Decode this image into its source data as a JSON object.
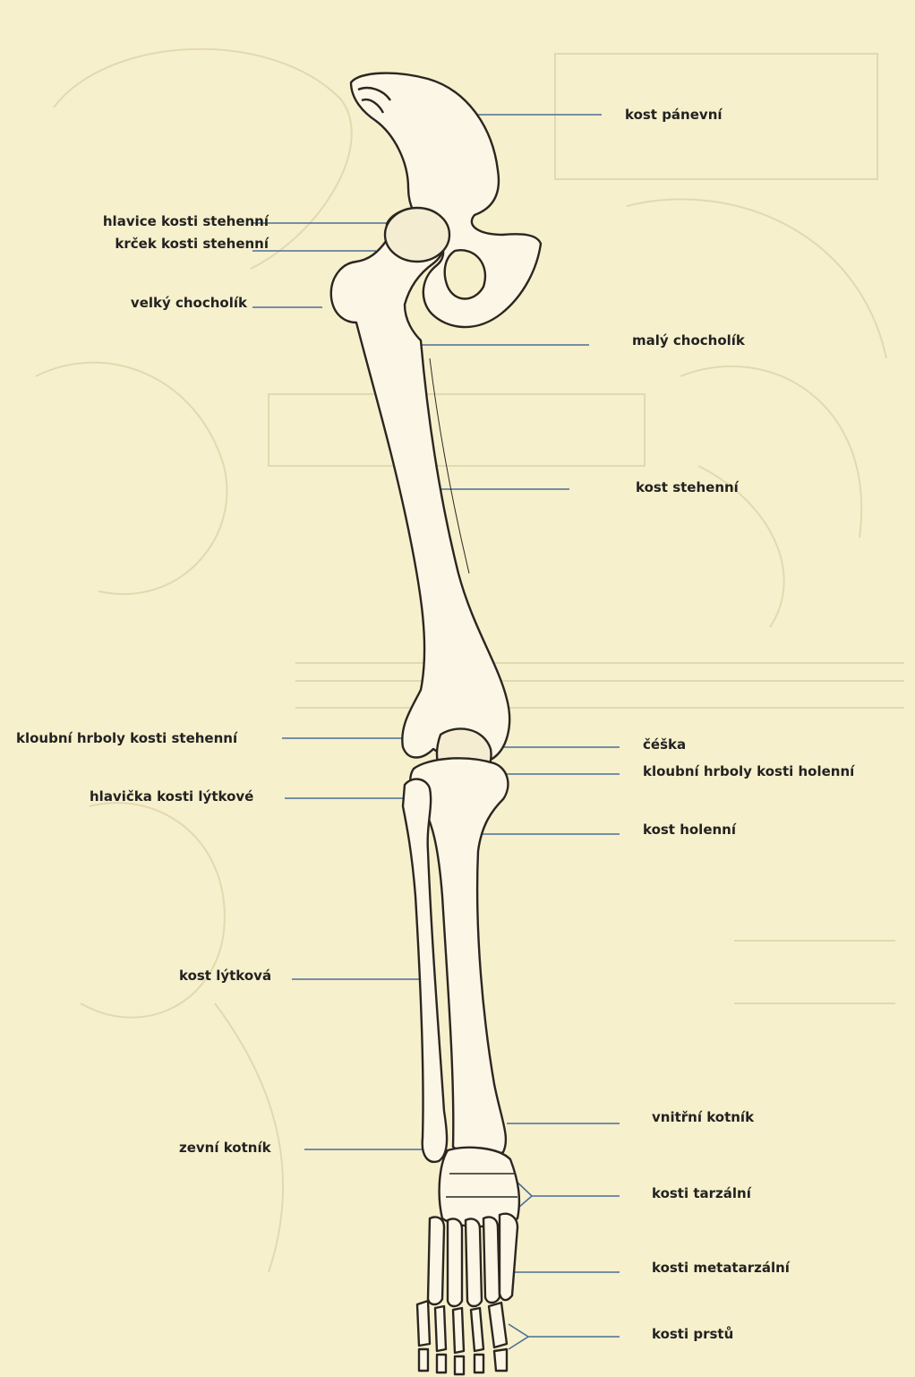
{
  "colors": {
    "background": "#f7f0cc",
    "bone_fill": "#fbf6e6",
    "bone_outline": "#2b2620",
    "leader_line": "#4a6f98",
    "label_text": "#222222"
  },
  "labels": {
    "kost_panevni": "kost pánevní",
    "hlavice_kosti_stehenni": "hlavice kosti stehenní",
    "krcek_kosti_stehenni": "krček kosti stehenní",
    "velky_chocholik": "velký chocholík",
    "maly_chocholik": "malý chocholík",
    "kost_stehenni": "kost stehenní",
    "kloubni_hrboly_kosti_stehenni": "kloubní hrboly kosti stehenní",
    "ceska": "čéška",
    "kloubni_hrboly_kosti_holenni": "kloubní hrboly kosti holenní",
    "hlavicka_kosti_lytkove": "hlavička kosti lýtkové",
    "kost_holenni": "kost holenní",
    "kost_lytkova": "kost lýtková",
    "vnitrni_kotnik": "vnitřní kotník",
    "zevni_kotnik": "zevní kotník",
    "kosti_tarzalni": "kosti tarzální",
    "kosti_metatarzalni": "kosti metatarzální",
    "kosti_prstu": "kosti prstů"
  }
}
